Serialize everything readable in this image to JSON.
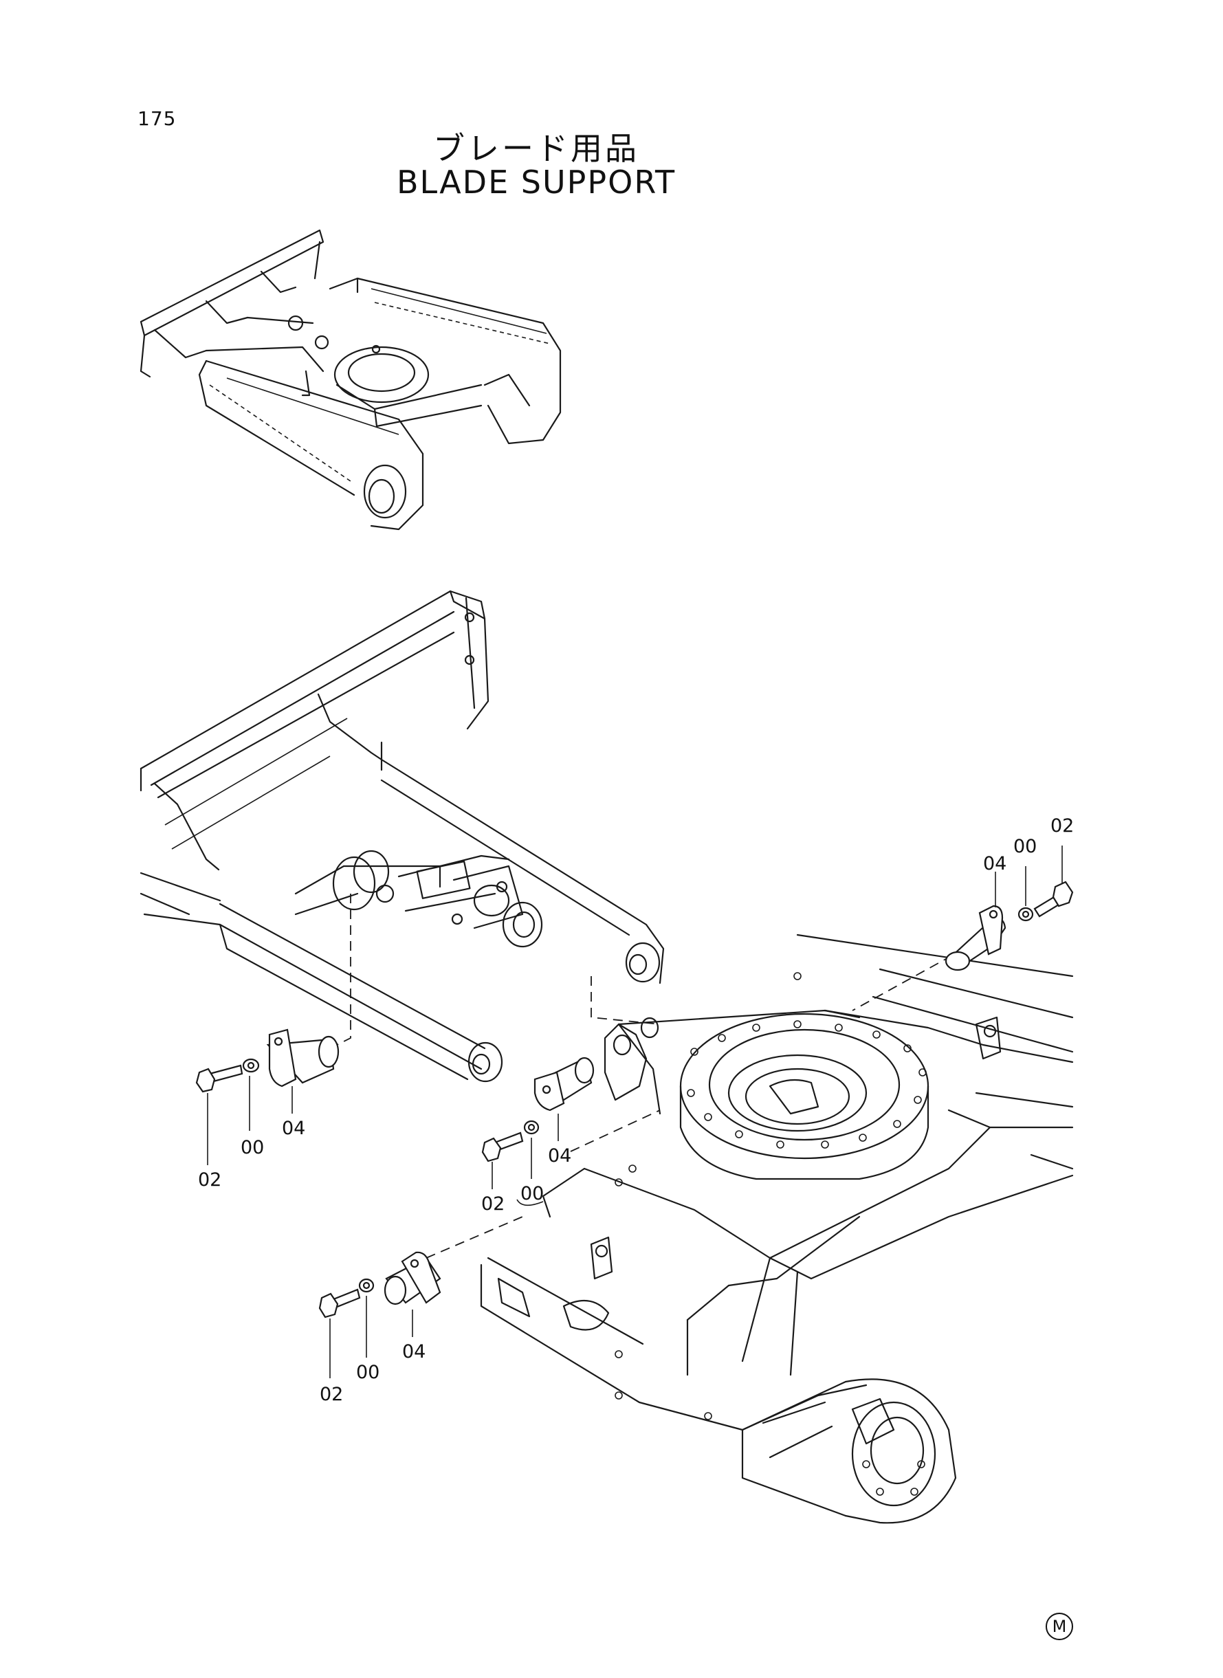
{
  "page_number": "175",
  "title_jp": "ブレード用品",
  "title_en": "BLADE SUPPORT",
  "corner_mark": "M",
  "callouts": {
    "upper_right": {
      "bolt": "02",
      "washer": "00",
      "pin": "04"
    },
    "left": {
      "bolt": "02",
      "washer": "00",
      "pin": "04"
    },
    "center": {
      "bolt": "02",
      "washer": "00",
      "pin": "04"
    },
    "lower": {
      "bolt": "02",
      "washer": "00",
      "pin": "04"
    }
  }
}
